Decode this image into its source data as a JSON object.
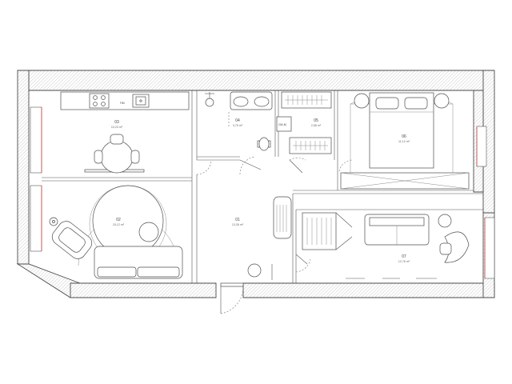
{
  "rooms": [
    {
      "id": "r01",
      "number": "01",
      "area": "13,35 m²"
    },
    {
      "id": "r02",
      "number": "02",
      "area": "15,12 m²"
    },
    {
      "id": "r03",
      "number": "03",
      "area": "10,23 m²"
    },
    {
      "id": "r04",
      "number": "04",
      "area": "3,75 m²"
    },
    {
      "id": "r05",
      "number": "05",
      "area": "2,58 m²"
    },
    {
      "id": "r06",
      "number": "06",
      "area": "11,12 m²"
    },
    {
      "id": "r07",
      "number": "07",
      "area": "12,76 m²"
    }
  ],
  "appliances": {
    "kitchen_sink_label": "ПМ",
    "washer_label": "СМ-М"
  },
  "colors": {
    "wall_line": "#4a4a4a",
    "window_accent": "#d24a4a",
    "furniture_line": "#4d4d4d"
  }
}
